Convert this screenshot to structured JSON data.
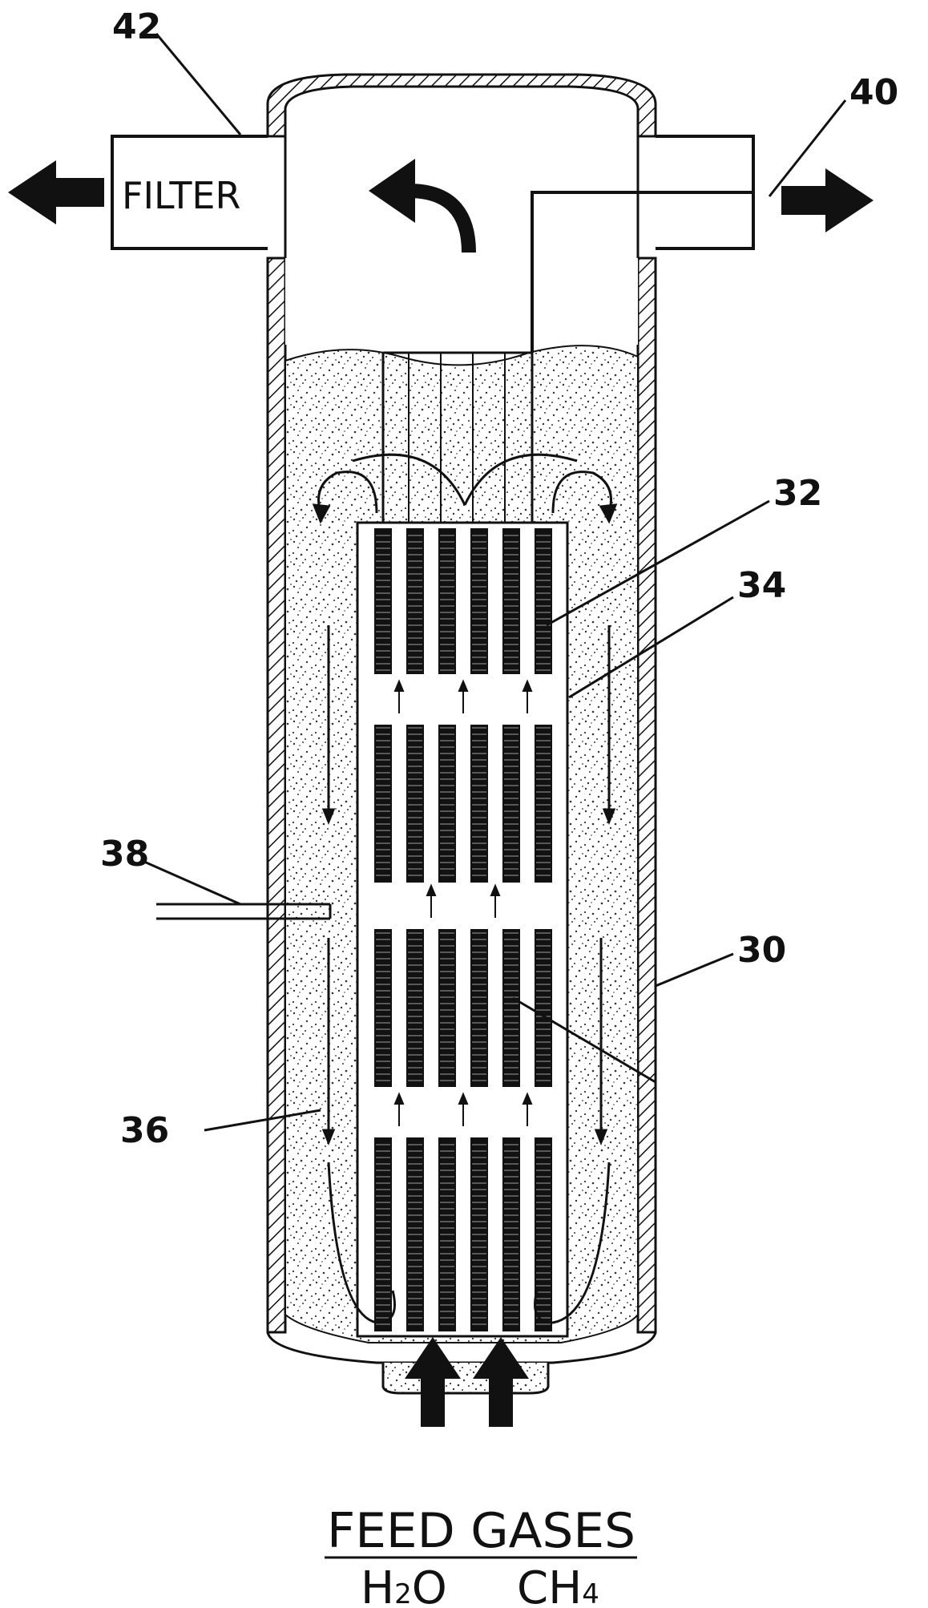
{
  "labels": {
    "vessel": "30",
    "membrane_tube": "32",
    "tube_bundle": "34",
    "fluidized_bed": "36",
    "side_inlet": "38",
    "permeate_outlet": "40",
    "filtered_outlet": "42"
  },
  "filter_text": "FILTER",
  "feed_caption": {
    "title": "FEED GASES",
    "h2o_main": "H",
    "h2o_sub": "2",
    "h2o_tail": "O",
    "ch4_main": "CH",
    "ch4_sub": "4"
  },
  "colors": {
    "line": "#111111",
    "background": "#ffffff",
    "catalyst_speckle": "#333333"
  }
}
